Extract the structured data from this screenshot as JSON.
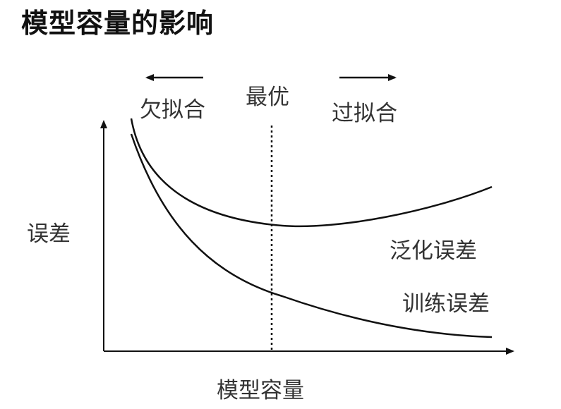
{
  "title": "模型容量的影响",
  "labels": {
    "underfit": "欠拟合",
    "optimal": "最优",
    "overfit": "过拟合",
    "y_axis": "误差",
    "x_axis": "模型容量",
    "generalization_error": "泛化误差",
    "training_error": "训练误差"
  },
  "colors": {
    "line": "#111111",
    "text": "#333333"
  }
}
